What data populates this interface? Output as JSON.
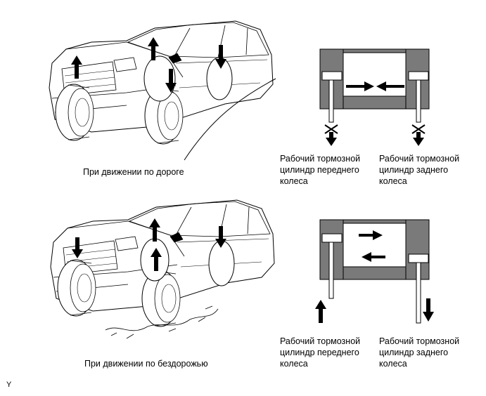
{
  "on_road": {
    "caption": "При движении по дороге",
    "front_label": "Рабочий тормозной\nцилиндр переднего\nколеса",
    "rear_label": "Рабочий тормозной\nцилиндр заднего\nколеса"
  },
  "off_road": {
    "caption": "При движении по бездорожью",
    "front_label": "Рабочий тормозной\nцилиндр переднего\nколеса",
    "rear_label": "Рабочий тормозной\nцилиндр заднего\nколеса"
  },
  "corner_code": "Y",
  "colors": {
    "cylinder_gray": "#7a7a7a",
    "line": "#000000"
  },
  "icons": [
    "upward-arrow-icon",
    "downward-arrow-icon",
    "blocked-arrow-icon"
  ]
}
